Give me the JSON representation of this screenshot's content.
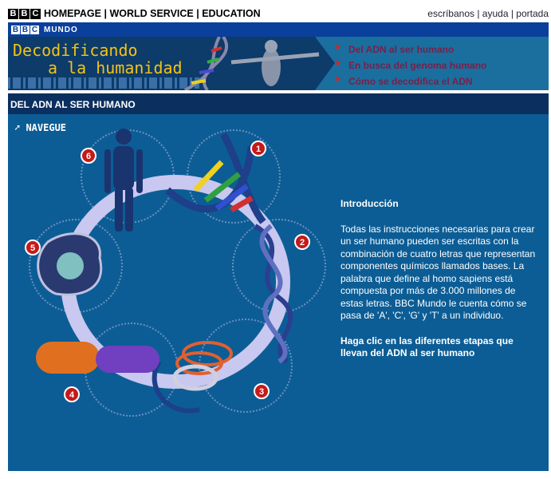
{
  "top": {
    "logo": [
      "B",
      "B",
      "C"
    ],
    "links": "HOMEPAGE | WORLD SERVICE | EDUCATION",
    "right_links": [
      "escríbanos",
      "ayuda",
      "portada"
    ]
  },
  "mundo": {
    "logo": [
      "B",
      "B",
      "C"
    ],
    "label": "MUNDO"
  },
  "banner": {
    "title_line1": "Decodificando",
    "title_line2": "a la humanidad",
    "nav": [
      "Del ADN al ser humano",
      "En busca del genoma humano",
      "Cómo se decodifica el ADN"
    ]
  },
  "section": {
    "title": "DEL ADN AL SER HUMANO"
  },
  "main": {
    "navegue": "NAVEGUE",
    "stages": [
      "1",
      "2",
      "3",
      "4",
      "5",
      "6"
    ],
    "intro_title": "Introducción",
    "intro_text": "Todas las instrucciones necesarias para crear un ser humano pueden ser escritas con la combinación de cuatro letras que representan componentes químicos llamados bases. La palabra que define al homo sapiens está compuesta por más de 3.000 millones de estas letras. BBC Mundo le cuenta cómo se pasa de 'A', 'C', 'G' y 'T' a un individuo.",
    "cta": "Haga clic en las diferentes etapas que llevan del ADN al ser humano"
  }
}
